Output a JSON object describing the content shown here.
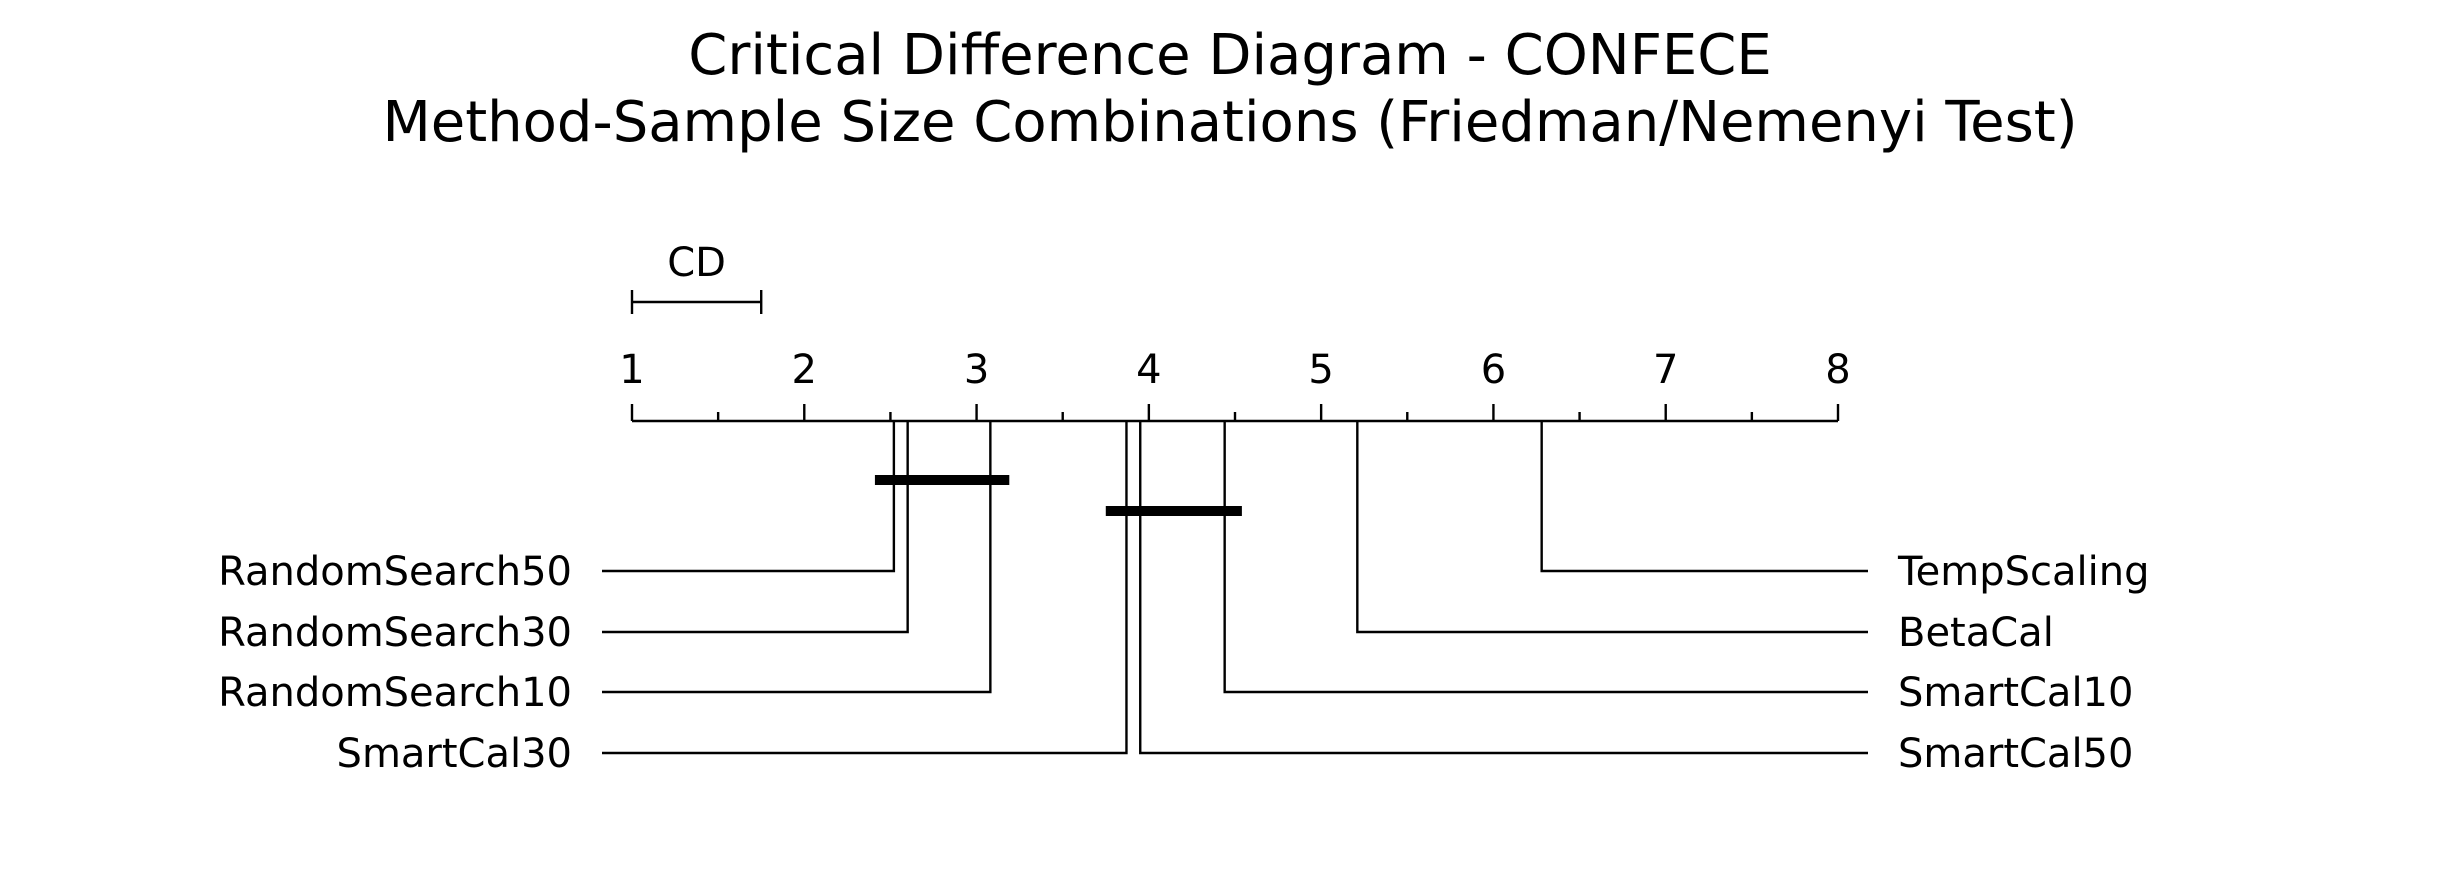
{
  "title": {
    "line1": "Critical Difference Diagram - CONFECE",
    "line2": "Method-Sample Size Combinations (Friedman/Nemenyi Test)"
  },
  "chart_data": {
    "type": "critical-difference",
    "axis": {
      "min": 1,
      "max": 8,
      "ticks": [
        1,
        2,
        3,
        4,
        5,
        6,
        7,
        8
      ],
      "minor_ticks": [
        1.5,
        2.5,
        3.5,
        4.5,
        5.5,
        6.5,
        7.5
      ]
    },
    "cd_label": "CD",
    "cd_value": 0.75,
    "methods_left": [
      {
        "name": "RandomSearch50",
        "rank": 2.52
      },
      {
        "name": "RandomSearch30",
        "rank": 2.6
      },
      {
        "name": "RandomSearch10",
        "rank": 3.08
      },
      {
        "name": "SmartCal30",
        "rank": 3.87
      }
    ],
    "methods_right": [
      {
        "name": "TempScaling",
        "rank": 6.28
      },
      {
        "name": "BetaCal",
        "rank": 5.21
      },
      {
        "name": "SmartCal10",
        "rank": 4.44
      },
      {
        "name": "SmartCal50",
        "rank": 3.95
      }
    ],
    "cliques": [
      {
        "from": 2.41,
        "to": 3.19
      },
      {
        "from": 3.75,
        "to": 4.54
      }
    ]
  },
  "colors": {
    "ink": "#000000",
    "background": "#ffffff"
  }
}
